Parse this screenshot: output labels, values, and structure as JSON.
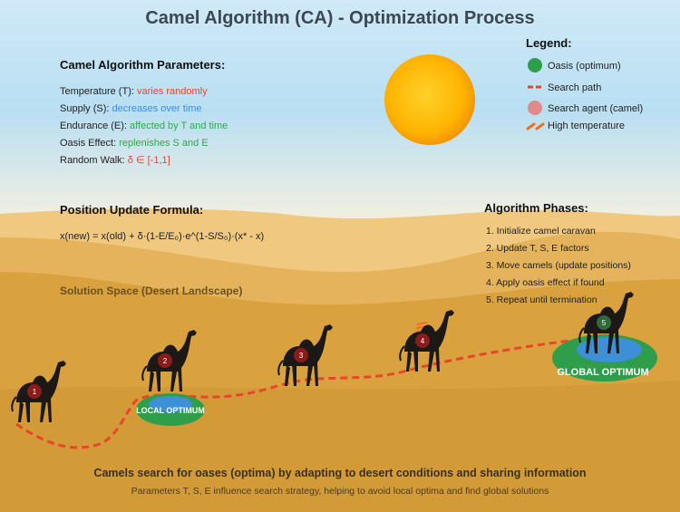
{
  "title": "Camel Algorithm (CA) - Optimization Process",
  "parameters": {
    "heading": "Camel Algorithm Parameters:",
    "items": [
      {
        "label": "Temperature (T): ",
        "value": "varies randomly",
        "color": "#e8452c"
      },
      {
        "label": "Supply (S): ",
        "value": "decreases over time",
        "color": "#3b8fe0"
      },
      {
        "label": "Endurance (E): ",
        "value": "affected by T and time",
        "color": "#2fa84f"
      },
      {
        "label": "Oasis Effect: ",
        "value": "replenishes S and E",
        "color": "#2fa84f"
      },
      {
        "label": "Random Walk: ",
        "value": "δ ∈ [-1,1]",
        "color": "#e8452c"
      }
    ]
  },
  "formula": {
    "heading": "Position Update Formula:",
    "text": "x(new) = x(old) + δ·(1-E/E₀)·e^(1-S/S₀)·(x* - x)"
  },
  "legend": {
    "heading": "Legend:",
    "items": [
      {
        "label": "Oasis (optimum)",
        "icon": "oasis-icon",
        "color": "#2e9e4a"
      },
      {
        "label": "Search path",
        "icon": "search-path-icon",
        "color": "#e8452c"
      },
      {
        "label": "Search agent (camel)",
        "icon": "camel-agent-icon",
        "color": "#e08a8a"
      },
      {
        "label": "High temperature",
        "icon": "heat-wave-icon",
        "color": "#f07020"
      }
    ]
  },
  "phases": {
    "heading": "Algorithm Phases:",
    "items": [
      "1. Initialize camel caravan",
      "2. Update T, S, E factors",
      "3. Move camels (update positions)",
      "4. Apply oasis effect if found",
      "5. Repeat until termination"
    ]
  },
  "solution_space_label": "Solution Space (Desert Landscape)",
  "local_optimum_label": "LOCAL OPTIMUM",
  "global_optimum_label": "GLOBAL OPTIMUM",
  "camels": [
    "1",
    "2",
    "3",
    "4",
    "5"
  ],
  "footer": {
    "main": "Camels search for oases (optima) by adapting to desert conditions and sharing information",
    "sub": "Parameters T, S, E influence search strategy, helping to avoid local optima and find global solutions"
  },
  "colors": {
    "sky_top": "#a8d8f0",
    "sand": "#d9a23e",
    "sun": "#ffb300",
    "path": "#e8452c",
    "oasis_green": "#2e9e4a",
    "oasis_water": "#3d8fd8",
    "camel_badge": "#8b1c1c"
  }
}
